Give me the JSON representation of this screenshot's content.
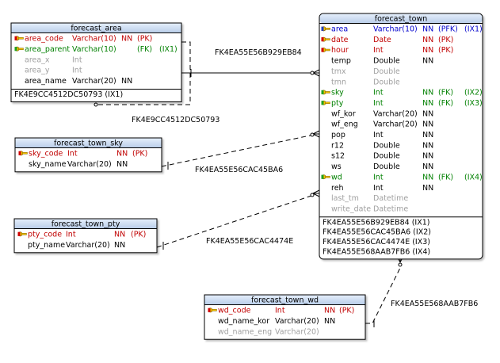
{
  "colors": {
    "pk": "#c00000",
    "fk": "#008000",
    "pfk": "#0000cc",
    "plain": "#000000",
    "muted": "#a0a0a0",
    "header_top": "#e4eefb",
    "header_bottom": "#b9cde9",
    "border": "#000000"
  },
  "tables": [
    {
      "id": "forecast_area",
      "title": "forecast_area",
      "columns": [
        {
          "name": "area_code",
          "type": "Varchar(10)",
          "nn": "NN",
          "key": "(PK)",
          "idx": "",
          "kind": "pk"
        },
        {
          "name": "area_parent",
          "type": "Varchar(10)",
          "nn": "",
          "key": "(FK)",
          "idx": "(IX1)",
          "kind": "fk"
        },
        {
          "name": "area_x",
          "type": "Int",
          "nn": "",
          "key": "",
          "idx": "",
          "kind": "muted"
        },
        {
          "name": "area_y",
          "type": "Int",
          "nn": "",
          "key": "",
          "idx": "",
          "kind": "muted"
        },
        {
          "name": "area_name",
          "type": "Varchar(20)",
          "nn": "NN",
          "key": "",
          "idx": "",
          "kind": "plain"
        }
      ],
      "indexes": [
        "FK4E9CC4512DC50793 (IX1)"
      ]
    },
    {
      "id": "forecast_town",
      "title": "forecast_town",
      "columns": [
        {
          "name": "area",
          "type": "Varchar(10)",
          "nn": "NN",
          "key": "(PFK)",
          "idx": "(IX1)",
          "kind": "pfk"
        },
        {
          "name": "date",
          "type": "Date",
          "nn": "NN",
          "key": "(PK)",
          "idx": "",
          "kind": "pk"
        },
        {
          "name": "hour",
          "type": "Int",
          "nn": "NN",
          "key": "(PK)",
          "idx": "",
          "kind": "pk"
        },
        {
          "name": "temp",
          "type": "Double",
          "nn": "NN",
          "key": "",
          "idx": "",
          "kind": "plain"
        },
        {
          "name": "tmx",
          "type": "Double",
          "nn": "",
          "key": "",
          "idx": "",
          "kind": "muted"
        },
        {
          "name": "tmn",
          "type": "Double",
          "nn": "",
          "key": "",
          "idx": "",
          "kind": "muted"
        },
        {
          "name": "sky",
          "type": "Int",
          "nn": "NN",
          "key": "(FK)",
          "idx": "(IX2)",
          "kind": "fk"
        },
        {
          "name": "pty",
          "type": "Int",
          "nn": "NN",
          "key": "(FK)",
          "idx": "(IX3)",
          "kind": "fk"
        },
        {
          "name": "wf_kor",
          "type": "Varchar(20)",
          "nn": "NN",
          "key": "",
          "idx": "",
          "kind": "plain"
        },
        {
          "name": "wf_eng",
          "type": "Varchar(20)",
          "nn": "NN",
          "key": "",
          "idx": "",
          "kind": "plain"
        },
        {
          "name": "pop",
          "type": "Int",
          "nn": "NN",
          "key": "",
          "idx": "",
          "kind": "plain"
        },
        {
          "name": "r12",
          "type": "Double",
          "nn": "NN",
          "key": "",
          "idx": "",
          "kind": "plain"
        },
        {
          "name": "s12",
          "type": "Double",
          "nn": "NN",
          "key": "",
          "idx": "",
          "kind": "plain"
        },
        {
          "name": "ws",
          "type": "Double",
          "nn": "NN",
          "key": "",
          "idx": "",
          "kind": "plain"
        },
        {
          "name": "wd",
          "type": "Int",
          "nn": "NN",
          "key": "(FK)",
          "idx": "(IX4)",
          "kind": "fk"
        },
        {
          "name": "reh",
          "type": "Int",
          "nn": "NN",
          "key": "",
          "idx": "",
          "kind": "plain"
        },
        {
          "name": "last_tm",
          "type": "Datetime",
          "nn": "",
          "key": "",
          "idx": "",
          "kind": "muted"
        },
        {
          "name": "write_date",
          "type": "Datetime",
          "nn": "",
          "key": "",
          "idx": "",
          "kind": "muted"
        }
      ],
      "indexes": [
        "FK4EA55E56B929EB84 (IX1)",
        "FK4EA55E56CAC45BA6 (IX2)",
        "FK4EA55E56CAC4474E (IX3)",
        "FK4EA55E568AAB7FB6 (IX4)"
      ]
    },
    {
      "id": "forecast_town_sky",
      "title": "forecast_town_sky",
      "columns": [
        {
          "name": "sky_code",
          "type": "Int",
          "nn": "NN",
          "key": "(PK)",
          "idx": "",
          "kind": "pk"
        },
        {
          "name": "sky_name",
          "type": "Varchar(20)",
          "nn": "NN",
          "key": "",
          "idx": "",
          "kind": "plain"
        }
      ],
      "indexes": []
    },
    {
      "id": "forecast_town_pty",
      "title": "forecast_town_pty",
      "columns": [
        {
          "name": "pty_code",
          "type": "Int",
          "nn": "NN",
          "key": "(PK)",
          "idx": "",
          "kind": "pk"
        },
        {
          "name": "pty_name",
          "type": "Varchar(20)",
          "nn": "NN",
          "key": "",
          "idx": "",
          "kind": "plain"
        }
      ],
      "indexes": []
    },
    {
      "id": "forecast_town_wd",
      "title": "forecast_town_wd",
      "columns": [
        {
          "name": "wd_code",
          "type": "Int",
          "nn": "NN",
          "key": "(PK)",
          "idx": "",
          "kind": "pk"
        },
        {
          "name": "wd_name_kor",
          "type": "Varchar(20)",
          "nn": "NN",
          "key": "",
          "idx": "",
          "kind": "plain"
        },
        {
          "name": "wd_name_eng",
          "type": "Varchar(20)",
          "nn": "",
          "key": "",
          "idx": "",
          "kind": "muted"
        }
      ],
      "indexes": []
    }
  ],
  "relationships": [
    {
      "id": "rel-area-town",
      "label": "FK4EA55E56B929EB84"
    },
    {
      "id": "rel-area-self",
      "label": "FK4E9CC4512DC50793"
    },
    {
      "id": "rel-sky-town",
      "label": "FK4EA55E56CAC45BA6"
    },
    {
      "id": "rel-pty-town",
      "label": "FK4EA55E56CAC4474E"
    },
    {
      "id": "rel-wd-town",
      "label": "FK4EA55E568AAB7FB6"
    }
  ]
}
